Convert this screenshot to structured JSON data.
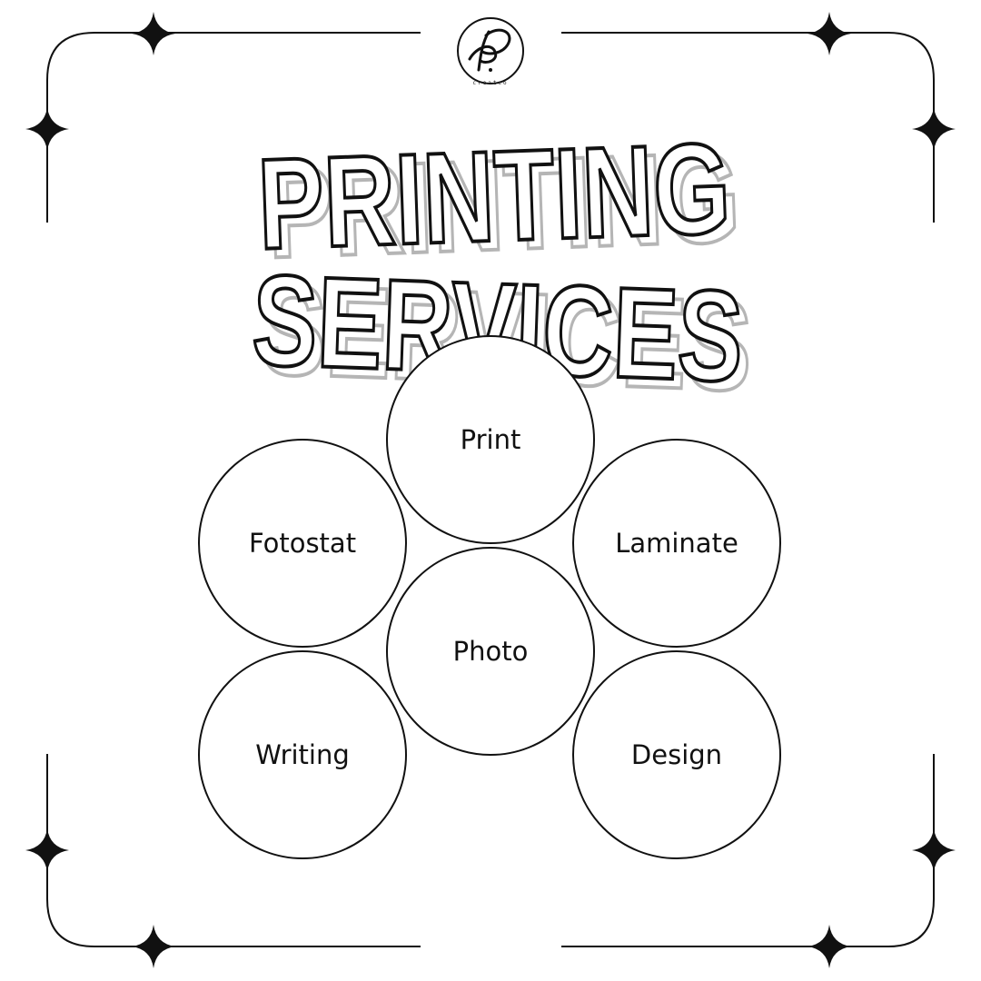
{
  "title": {
    "line1": "PRINTING",
    "line2": "SERVICES"
  },
  "logo": {
    "icon": "handwritten-p-monogram-icon",
    "caption": "creatco"
  },
  "services": [
    {
      "label": "Print"
    },
    {
      "label": "Fotostat"
    },
    {
      "label": "Laminate"
    },
    {
      "label": "Photo"
    },
    {
      "label": "Writing"
    },
    {
      "label": "Design"
    }
  ],
  "colors": {
    "background": "#ffffff",
    "ink": "#111111",
    "shadow": "#b5b5b5"
  }
}
